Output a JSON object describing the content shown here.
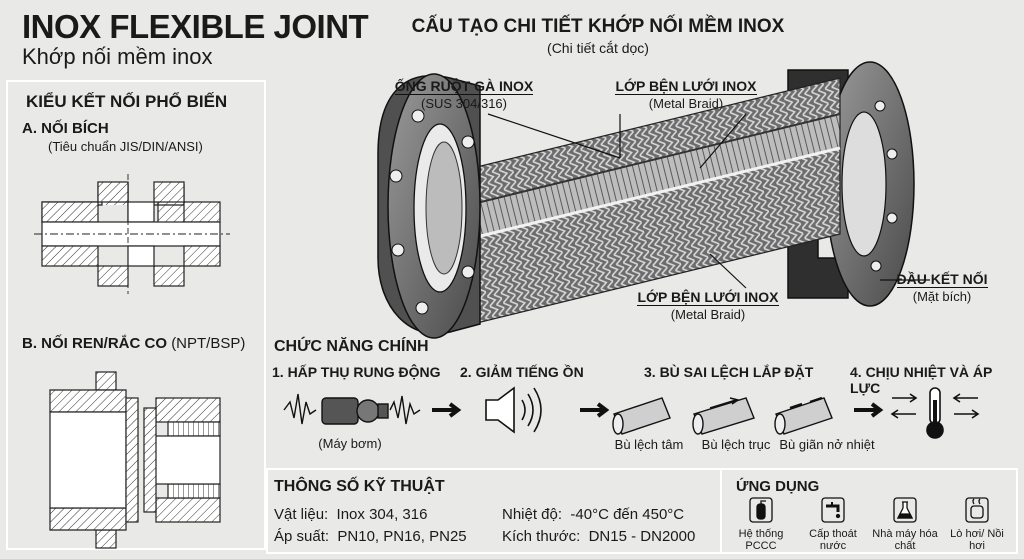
{
  "header": {
    "title": "INOX FLEXIBLE JOINT",
    "subtitle": "Khớp nối mềm inox"
  },
  "left_panel": {
    "heading": "KIỂU KẾT NỐI PHỔ BIẾN",
    "a_title": "A. NỐI BÍCH",
    "a_sub": "(Tiêu chuẩn JIS/DIN/ANSI)",
    "b_title": "B. NỐI REN/RẮC CO",
    "b_sub": "(NPT/BSP)"
  },
  "main_diagram": {
    "title": "CẤU TẠO CHI TIẾT KHỚP NỐI MỀM INOX",
    "subtitle": "(Chi tiết cắt dọc)",
    "labels": [
      {
        "title": "ỐNG RUỘT GÀ INOX",
        "sub": "(SUS 304/316)"
      },
      {
        "title": "LỚP BỆN LƯỚI INOX",
        "sub": "(Metal Braid)"
      },
      {
        "title": "LỚP BỆN LƯỚI INOX",
        "sub": "(Metal Braid)"
      },
      {
        "title": "ĐẦU KẾT NỐI",
        "sub": "(Mặt bích)"
      }
    ]
  },
  "functions": {
    "heading": "CHỨC NĂNG CHÍNH",
    "items": [
      {
        "title": "1. HẤP THỤ RUNG ĐỘNG",
        "caption": "(Máy bơm)"
      },
      {
        "title": "2. GIẢM TIẾNG ỒN",
        "caption": ""
      },
      {
        "title": "3. BÙ SAI LỆCH LẮP ĐẶT",
        "captions": [
          "Bù lệch tâm",
          "Bù lệch trục",
          "Bù giãn nở nhiệt"
        ]
      },
      {
        "title": "4. CHỊU NHIỆT VÀ ÁP LỰC",
        "caption": ""
      }
    ]
  },
  "specs": {
    "heading": "THÔNG SỐ KỸ THUẬT",
    "rows": [
      {
        "label": "Vật liệu:",
        "value": "Inox 304, 316"
      },
      {
        "label": "Áp suất:",
        "value": "PN10, PN16, PN25"
      },
      {
        "label": "Nhiệt độ:",
        "value": "-40°C đến 450°C"
      },
      {
        "label": "Kích thước:",
        "value": "DN15 - DN2000"
      }
    ]
  },
  "applications": {
    "heading": "ỨNG DỤNG",
    "items": [
      {
        "icon": "fire-extinguisher-icon",
        "label": "Hệ thống PCCC"
      },
      {
        "icon": "faucet-icon",
        "label": "Cấp thoát nước"
      },
      {
        "icon": "flask-icon",
        "label": "Nhà máy hóa chất"
      },
      {
        "icon": "boiler-icon",
        "label": "Lò hơi/ Nồi hơi"
      }
    ]
  }
}
